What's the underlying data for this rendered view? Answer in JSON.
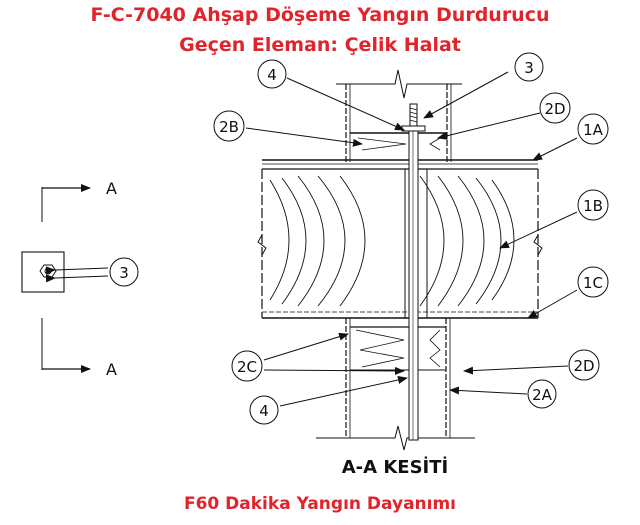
{
  "title_line1": "F-C-7040 Ahşap Döşeme Yangın Durdurucu",
  "title_line2": "Geçen Eleman: Çelik Halat",
  "section_label": "A-A KESİTİ",
  "footer": "F60 Dakika Yangın Dayanımı",
  "plan_view": {
    "cut_top": "A",
    "cut_bottom": "A",
    "callout": "3"
  },
  "callouts": {
    "c4_top": "4",
    "c3_top": "3",
    "c2b": "2B",
    "c2d_top": "2D",
    "c1a": "1A",
    "c1b": "1B",
    "c1c": "1C",
    "c2c": "2C",
    "c2d_bottom": "2D",
    "c2a": "2A",
    "c4_bottom": "4"
  },
  "colors": {
    "title": "#e0242b",
    "line": "#111111"
  }
}
